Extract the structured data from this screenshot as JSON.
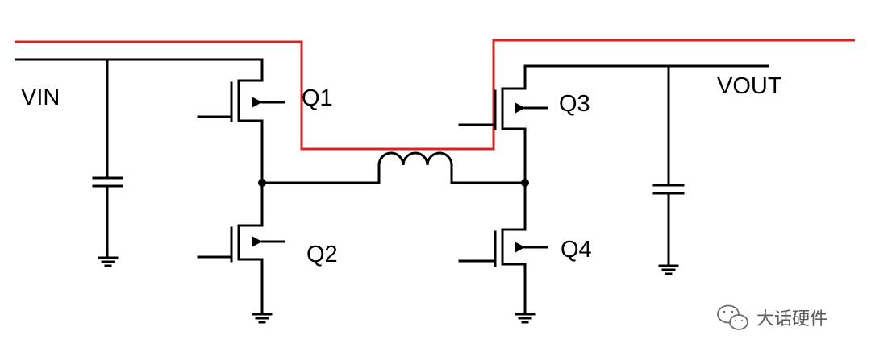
{
  "labels": {
    "vin": "VIN",
    "vout": "VOUT",
    "q1": "Q1",
    "q2": "Q2",
    "q3": "Q3",
    "q4": "Q4"
  },
  "watermark": {
    "text": "大话硬件",
    "icon": "wechat-icon"
  },
  "colors": {
    "current_path": "#e02020",
    "wire": "#000000"
  }
}
